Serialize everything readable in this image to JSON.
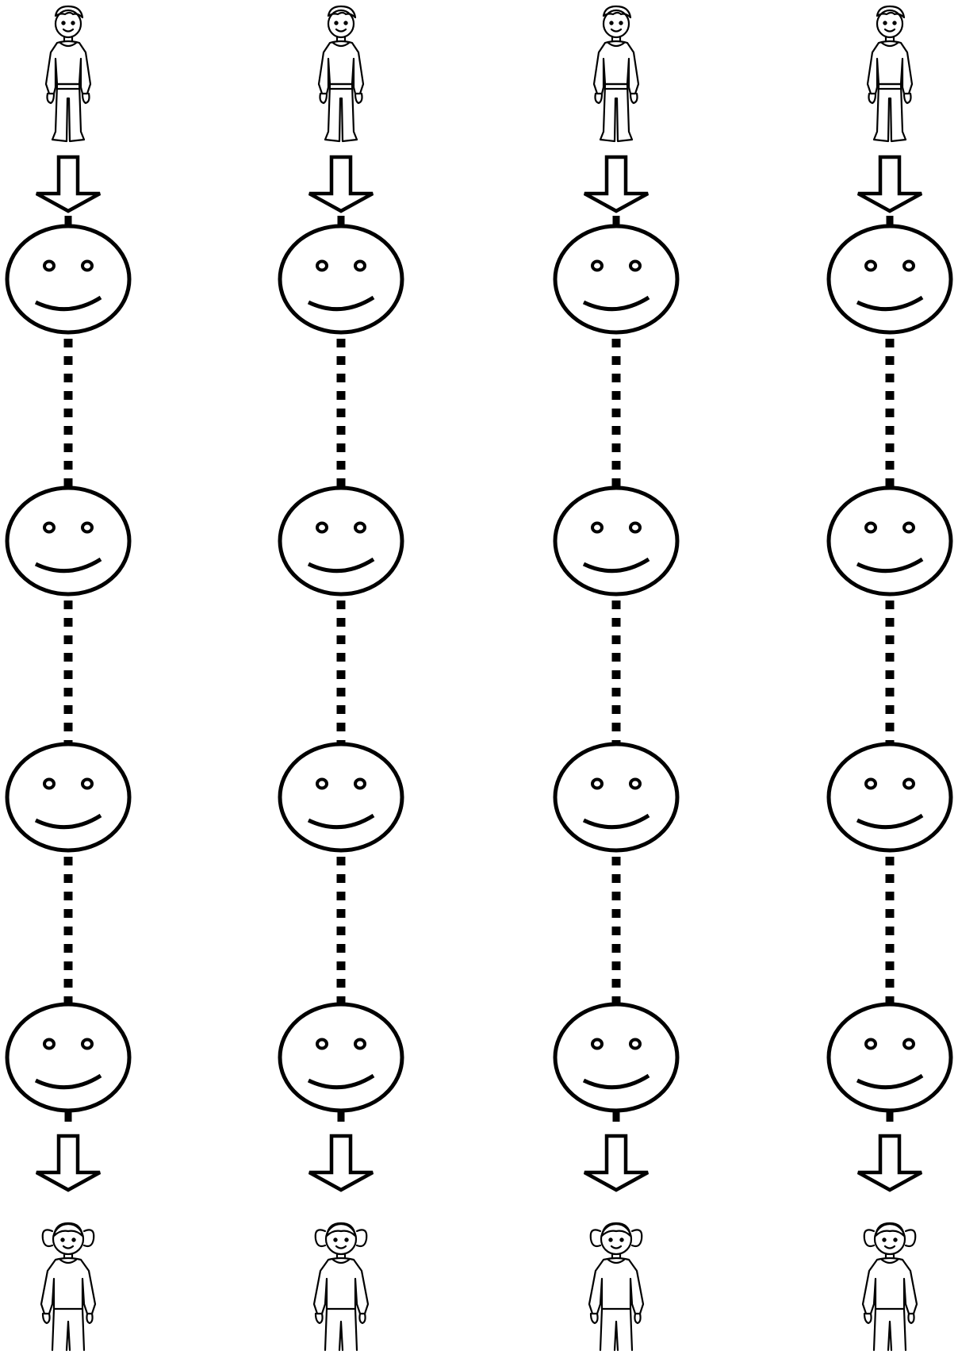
{
  "diagram": {
    "columns": [
      {
        "start": "boy-figure",
        "faces": 4,
        "end": "girl-figure"
      },
      {
        "start": "boy-figure",
        "faces": 4,
        "end": "girl-figure"
      },
      {
        "start": "boy-figure",
        "faces": 4,
        "end": "girl-figure"
      },
      {
        "start": "boy-figure",
        "faces": 4,
        "end": "girl-figure"
      }
    ],
    "colors": {
      "ink": "#000000",
      "background": "#ffffff"
    },
    "icons": {
      "start": "boy-icon",
      "arrow": "down-arrow-icon",
      "node": "smiley-face-icon",
      "link": "dotted-line",
      "end": "girl-icon"
    }
  }
}
